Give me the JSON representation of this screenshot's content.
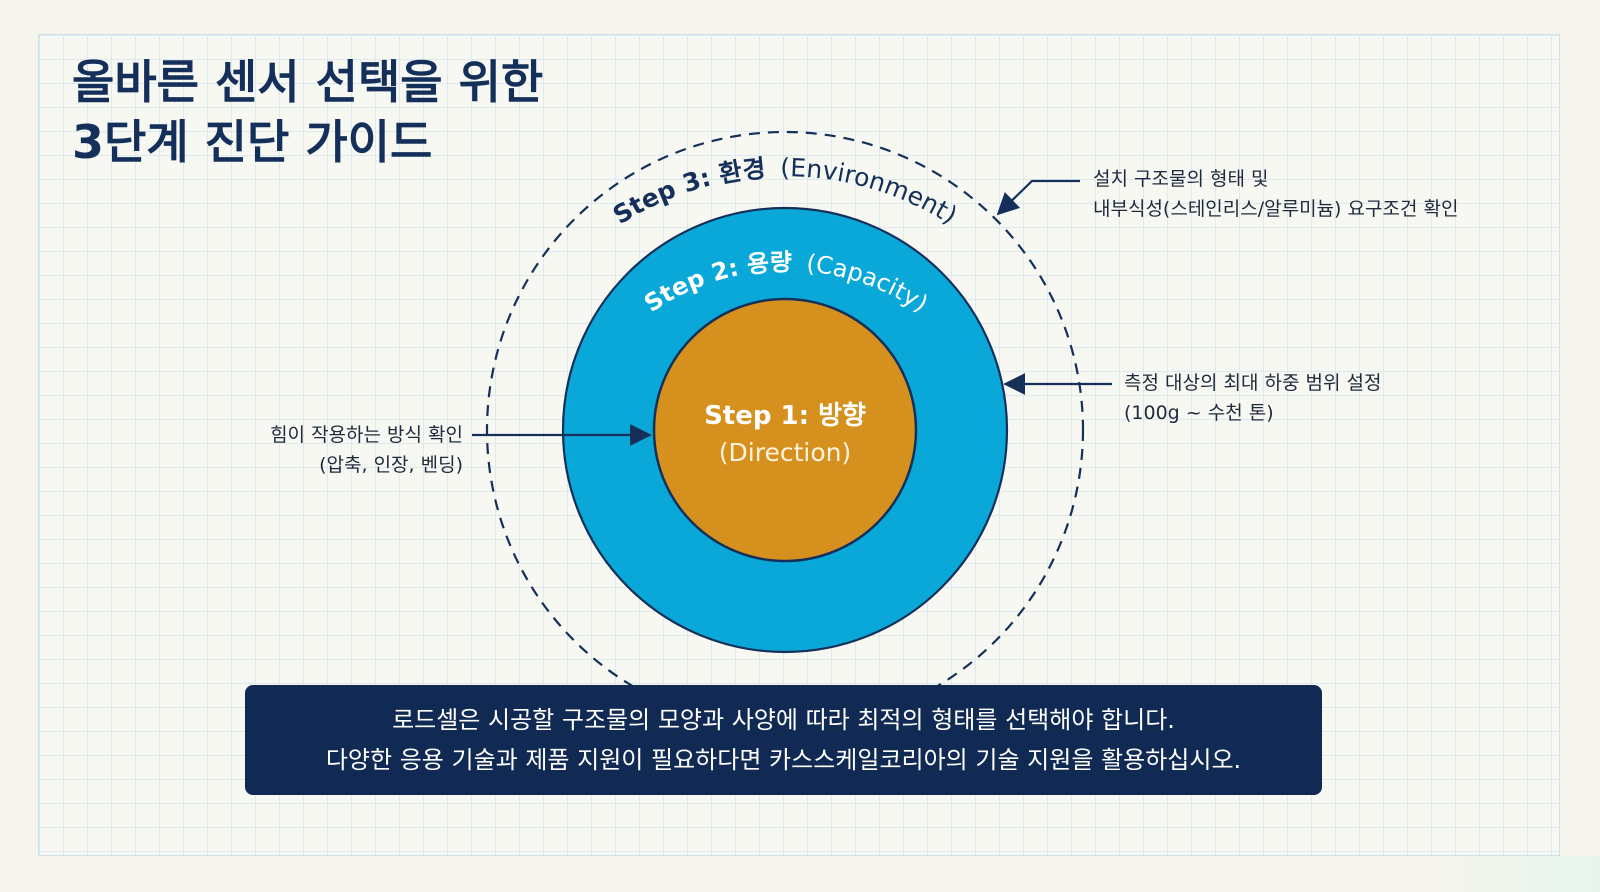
{
  "title": {
    "line1": "올바른 센서 선택을 위한",
    "line2": "3단계 진단 가이드"
  },
  "rings": {
    "environment": {
      "step": "Step 3: 환경",
      "english": "(Environment)",
      "stroke_color": "#14305a",
      "style": "dashed"
    },
    "capacity": {
      "step": "Step 2: 용량",
      "english": "(Capacity)",
      "fill_color": "#0aa8d8"
    },
    "direction": {
      "step": "Step 1: 방향",
      "english": "(Direction)",
      "fill_color": "#d6901e"
    }
  },
  "notes": {
    "environment": {
      "line1": "설치 구조물의 형태 및",
      "line2": "내부식성(스테인리스/알루미늄) 요구조건 확인"
    },
    "capacity": {
      "line1": "측정 대상의 최대 하중 범위 설정",
      "line2": "(100g ~ 수천 톤)"
    },
    "direction": {
      "line1": "힘이 작용하는 방식 확인",
      "line2": "(압축, 인장, 벤딩)"
    }
  },
  "banner": {
    "line1": "로드셀은 시공할 구조물의 모양과 사양에 따라 최적의 형태를 선택해야 합니다.",
    "line2": "다양한 응용 기술과 제품 지원이 필요하다면 카스스케일코리아의 기술 지원을 활용하십시오.",
    "background_color": "#102a54"
  },
  "colors": {
    "title": "#14305a",
    "grid_line": "#dde9ee",
    "background": "#f7f8f2",
    "arrow": "#14305a"
  }
}
